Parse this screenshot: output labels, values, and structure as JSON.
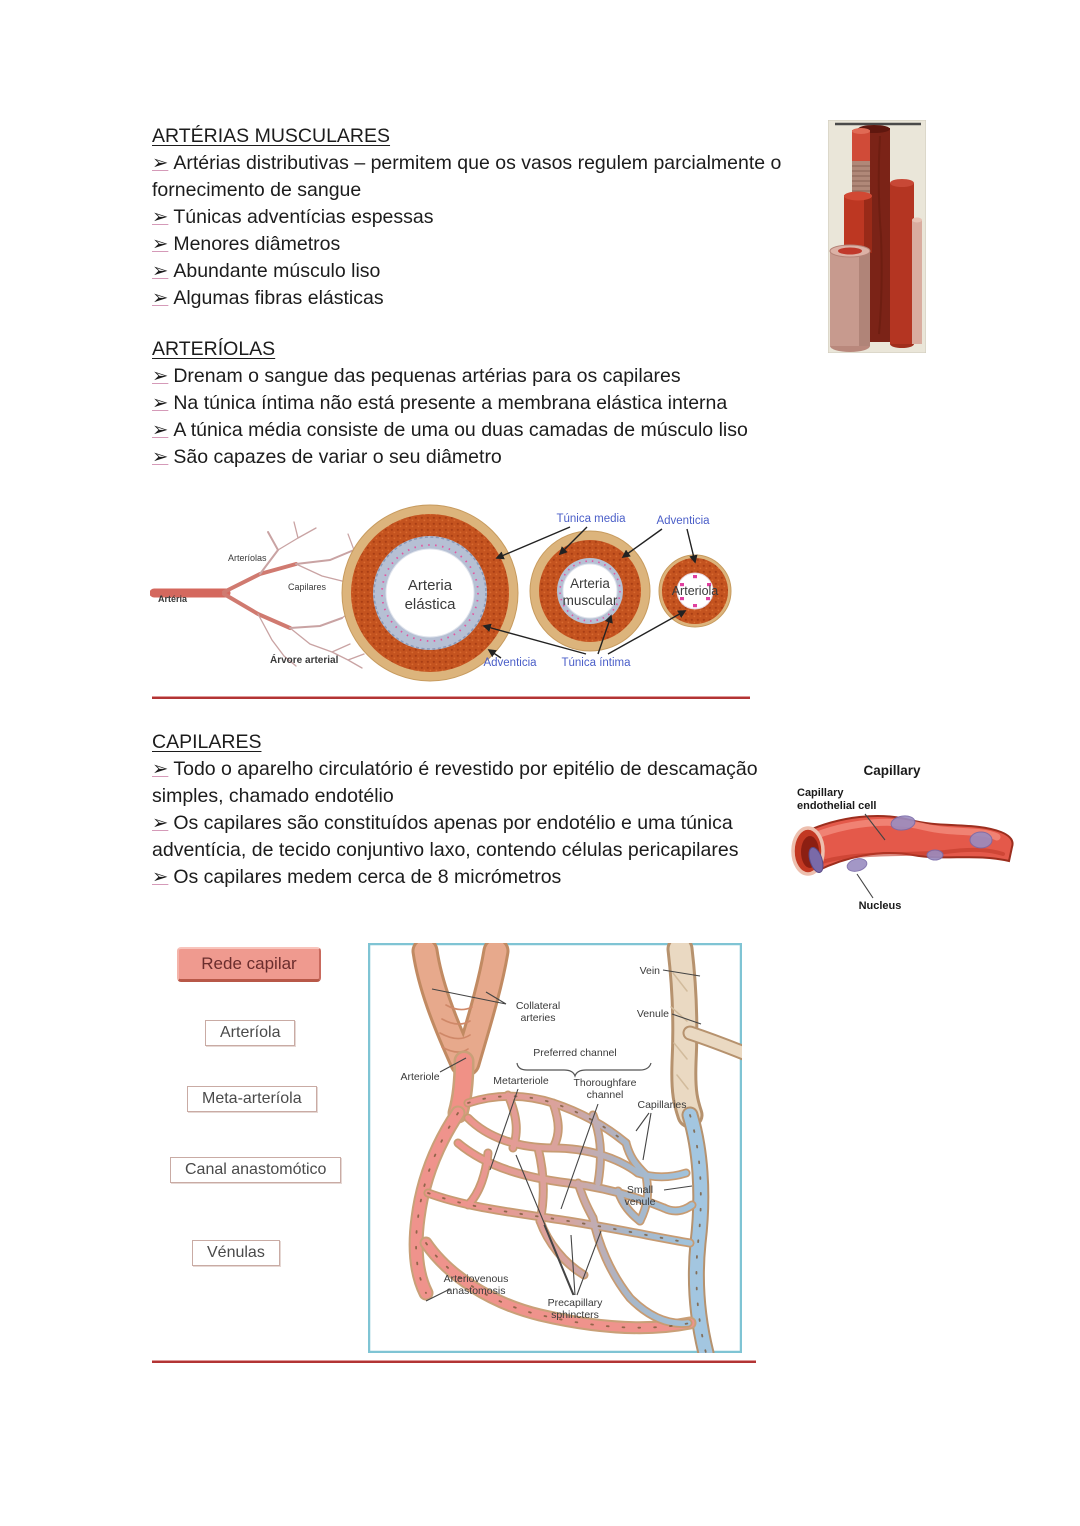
{
  "page": {
    "bullet_marker": "➢",
    "sections": [
      {
        "heading": "ARTÉRIAS MUSCULARES",
        "bullets": [
          "Artérias distributivas – permitem que os vasos regulem parcialmente o fornecimento de sangue",
          "Túnicas adventícias espessas",
          "Menores diâmetros",
          "Abundante músculo liso",
          "Algumas fibras elásticas"
        ]
      },
      {
        "heading": "ARTERÍOLAS",
        "bullets": [
          "Drenam o sangue das pequenas artérias para os capilares",
          "Na túnica íntima não está presente a membrana elástica interna",
          "A túnica média consiste de uma ou duas camadas de músculo liso",
          "São capazes de variar o seu diâmetro"
        ]
      },
      {
        "heading": "CAPILARES",
        "bullets": [
          "Todo o aparelho circulatório é revestido por epitélio de descamação simples, chamado endotélio",
          "Os capilares são constituídos apenas por endotélio e uma túnica adventícia, de tecido conjuntivo laxo, contendo células pericapilares",
          "Os capilares medem cerca de 8 micrómetros"
        ]
      }
    ]
  },
  "arterial_tree": {
    "arteria": "Artéria",
    "arteriolas": "Arteríolas",
    "capilares": "Capilares",
    "caption": "Árvore arterial"
  },
  "cross_sections": {
    "tunica_media": "Túnica media",
    "adventicia_top": "Adventicia",
    "adventicia_bottom": "Adventicia",
    "tunica_intima": "Túnica íntima",
    "elastic_artery": [
      "Arteria",
      "elástica"
    ],
    "muscular_artery": [
      "Arteria",
      "muscular"
    ],
    "arteriole": "Arteriola"
  },
  "capillary_figure": {
    "title": "Capillary",
    "endothelial_cell": [
      "Capillary",
      "endothelial cell"
    ],
    "nucleus": "Nucleus"
  },
  "capillary_network": {
    "side_boxes": [
      "Rede capilar",
      "Arteríola",
      "Meta-arteríola",
      "Canal anastomótico",
      "Vénulas"
    ],
    "labels": {
      "vein": "Vein",
      "venule": "Venule",
      "collateral": [
        "Collateral",
        "arteries"
      ],
      "preferred": "Preferred channel",
      "arteriole": "Arteriole",
      "metarteriole": "Metarteriole",
      "thoroughfare": [
        "Thoroughfare",
        "channel"
      ],
      "capillaries": "Capillaries",
      "small_venule": [
        "Small",
        "venule"
      ],
      "av_anastomosis": [
        "Arteriovenous",
        "anastomosis"
      ],
      "precap": [
        "Precapillary",
        "sphincters"
      ]
    }
  },
  "colors": {
    "separator_red": "#b23434",
    "diagram_label_blue": "#4a5ec8",
    "media_orange": "#c4531f",
    "adventitia_tan": "#dcb47c",
    "intima_bluegray": "#b6c0d4",
    "capillary_red": "#e4594a",
    "venous_blue": "#9fc4de",
    "rede_box_salmon": "#ef9a8f",
    "network_border_cyan": "#7fc4d4"
  }
}
